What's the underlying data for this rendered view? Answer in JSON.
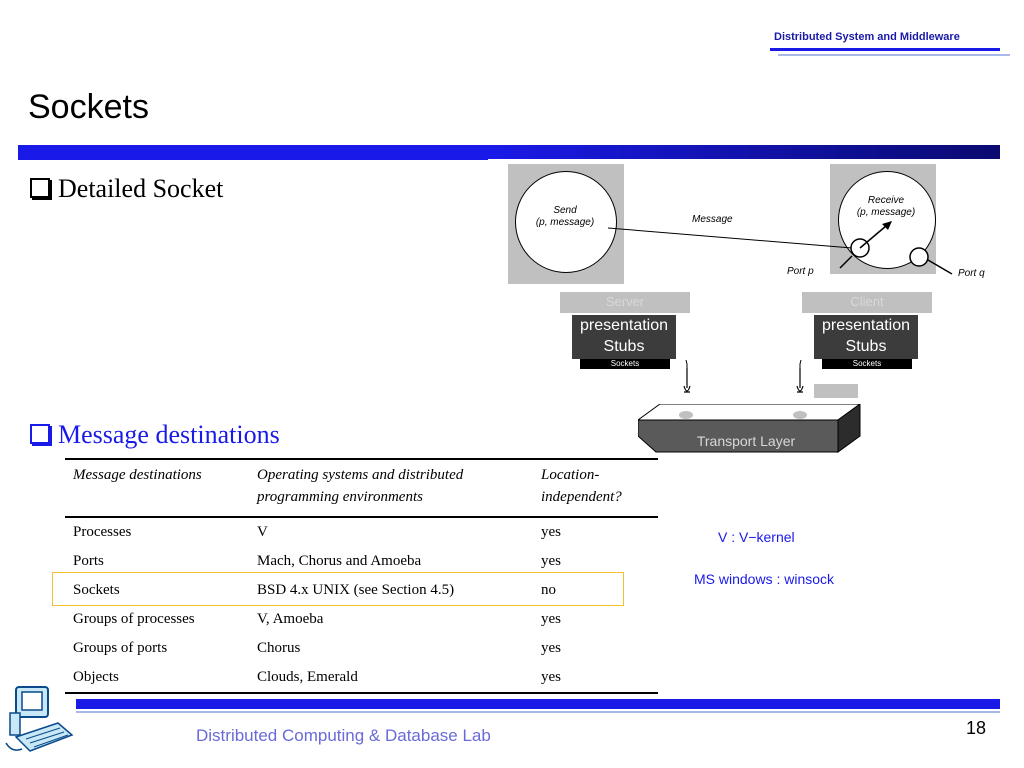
{
  "header": {
    "course_title": "Distributed System and Middleware"
  },
  "slide": {
    "title": "Sockets",
    "bullet1": "Detailed Socket",
    "bullet2": "Message destinations"
  },
  "diagram": {
    "send_line1": "Send",
    "send_line2": "(p, message)",
    "message_label": "Message",
    "receive_line1": "Receive",
    "receive_line2": "(p, message)",
    "port_p": "Port p",
    "port_q": "Port q",
    "server_label": "Server",
    "client_label": "Client",
    "stub_line1": "presentation",
    "stub_line2": "Stubs",
    "sockets_label": "Sockets",
    "transport_label": "Transport Layer"
  },
  "table": {
    "headers": [
      "Message destinations",
      "Operating systems and distributed programming environments",
      "Location-independent?"
    ],
    "header_lines": [
      [
        "Message destinations"
      ],
      [
        "Operating systems and distributed",
        "programming environments"
      ],
      [
        "Location-",
        "independent?"
      ]
    ],
    "rows": [
      [
        "Processes",
        "V",
        "yes"
      ],
      [
        "Ports",
        "Mach, Chorus and Amoeba",
        "yes"
      ],
      [
        "Sockets",
        "BSD 4.x UNIX (see Section 4.5)",
        "no"
      ],
      [
        "Groups of processes",
        "V, Amoeba",
        "yes"
      ],
      [
        "Groups of ports",
        "Chorus",
        "yes"
      ],
      [
        "Objects",
        "Clouds, Emerald",
        "yes"
      ]
    ]
  },
  "notes": {
    "note1": "V : V−kernel",
    "note2": "MS windows : winsock"
  },
  "footer": {
    "lab": "Distributed Computing & Database Lab",
    "page_number": "18"
  },
  "icons": [
    "computer-logo-icon",
    "checkbox-bullet-icon",
    "socket-plug-icon"
  ],
  "colors": {
    "accent": "#1a1ae8",
    "dark_accent": "#0a0a70",
    "highlight": "#f0c030"
  }
}
